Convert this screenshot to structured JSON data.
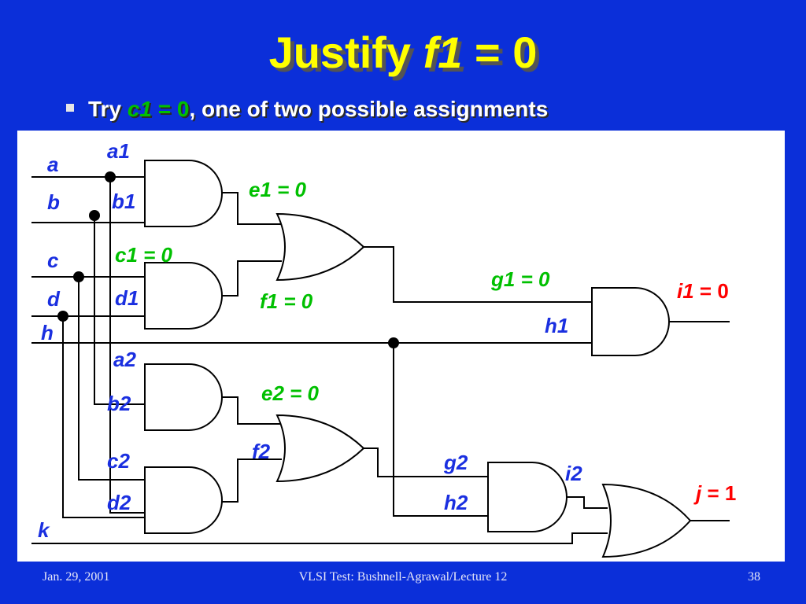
{
  "slide": {
    "title_prefix": "Justify ",
    "title_var": "f1",
    "title_suffix": " = 0",
    "bullet_prefix": "Try ",
    "bullet_var": "c1",
    "bullet_eq": " = 0",
    "bullet_suffix": ", one of two possible assignments"
  },
  "labels": {
    "a": "a",
    "b": "b",
    "c": "c",
    "d": "d",
    "h": "h",
    "k": "k",
    "a1": "a1",
    "b1": "b1",
    "c1": "c1 = 0",
    "d1": "d1",
    "e1": "e1 = 0",
    "f1": "f1 = 0",
    "g1": "g1 = 0",
    "h1": "h1",
    "a2": "a2",
    "b2": "b2",
    "c2": "c2",
    "d2": "d2",
    "e2": "e2 = 0",
    "f2": "f2",
    "g2": "g2",
    "h2": "h2",
    "i2": "i2",
    "i1_var": "i1",
    "i1_val": " = 0",
    "j_var": "j",
    "j_val": " = 1"
  },
  "colors": {
    "background": "#0b2fd9",
    "title": "#ffff00",
    "assigned": "#00c000",
    "label": "#1a2fe0",
    "output": "#ff0000",
    "wire": "#000000"
  },
  "footer": {
    "date": "Jan. 29, 2001",
    "course": "VLSI Test: Bushnell-Agrawal/Lecture 12",
    "page": "38"
  }
}
